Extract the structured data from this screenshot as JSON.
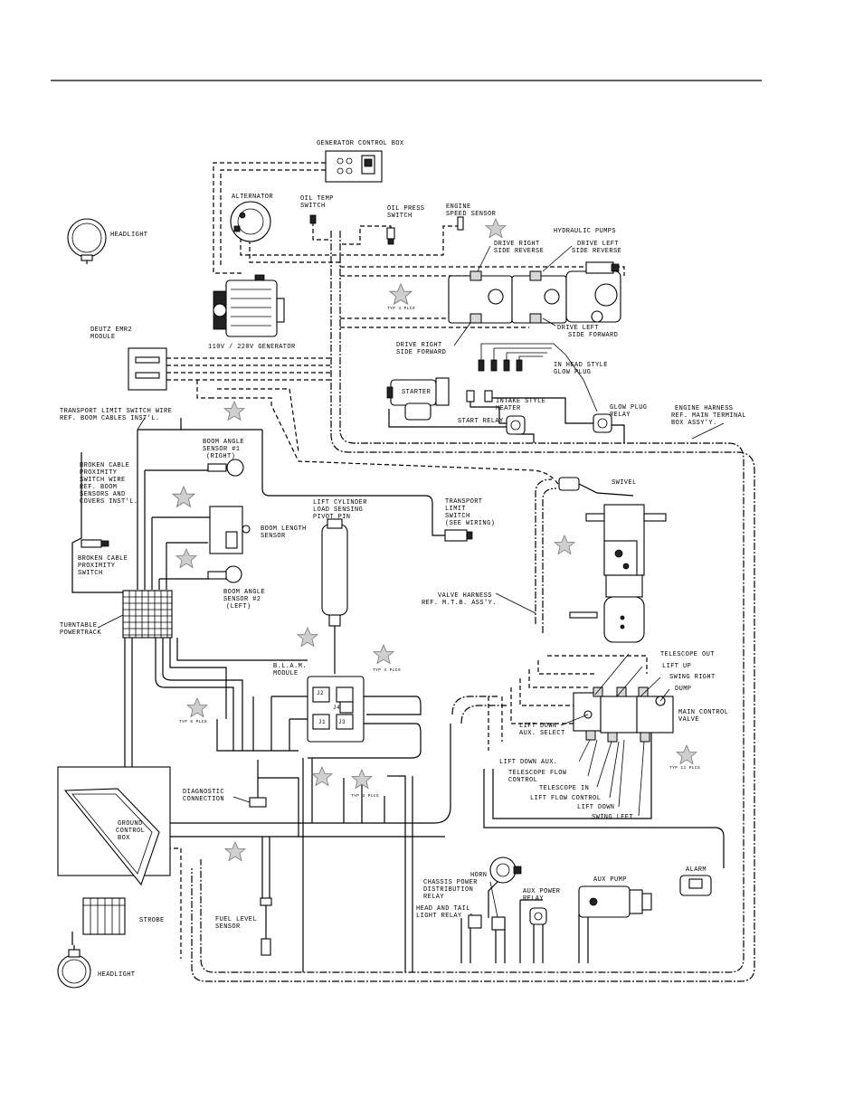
{
  "labels": {
    "generator_control_box": "GENERATOR CONTROL BOX",
    "alternator": "ALTERNATOR",
    "oil_temp_switch_1": "OIL TEMP",
    "oil_temp_switch_2": "SWITCH",
    "oil_press_switch_1": "OIL PRESS",
    "oil_press_switch_2": "SWITCH",
    "engine_speed_1": "ENGINE",
    "engine_speed_2": "SPEED SENSOR",
    "hydraulic_pumps": "HYDRAULIC PUMPS",
    "drive_right_rev_1": "DRIVE RIGHT",
    "drive_right_rev_2": "SIDE REVERSE",
    "drive_left_rev_1": "DRIVE LEFT",
    "drive_left_rev_2": "SIDE REVERSE",
    "headlight_top": "HEADLIGHT",
    "deutz_1": "DEUTZ EMR2",
    "deutz_2": "MODULE",
    "generator": "110V / 220V GENERATOR",
    "drive_right_fwd_1": "DRIVE RIGHT",
    "drive_right_fwd_2": "SIDE FORWARD",
    "drive_left_fwd_1": "DRIVE LEFT",
    "drive_left_fwd_2": "SIDE FORWARD",
    "typ4": "TYP 4 PLCS",
    "in_head_1": "IN HEAD STYLE",
    "in_head_2": "GLOW PLUG",
    "starter": "STARTER",
    "intake_1": "INTAKE STYLE",
    "intake_2": "HEATER",
    "glow_relay_1": "GLOW PLUG",
    "glow_relay_2": "RELAY",
    "start_relay": "START RELAY",
    "eng_harness_1": "ENGINE HARNESS",
    "eng_harness_2": "REF. MAIN TERMINAL",
    "eng_harness_3": "BOX ASSY'Y.",
    "transport_wire_1": "TRANSPORT LIMIT SWITCH WIRE",
    "transport_wire_2": "REF. BOOM CABLES INST'L.",
    "boom_angle1_1": "BOOM ANGLE",
    "boom_angle1_2": "SENSOR #1",
    "boom_angle1_3": "(RIGHT)",
    "broken_wire_1": "BROKEN CABLE",
    "broken_wire_2": "PROXIMITY",
    "broken_wire_3": "SWITCH WIRE",
    "broken_wire_4": "REF. BOOM",
    "broken_wire_5": "SENSORS AND",
    "broken_wire_6": "COVERS INST'L.",
    "swivel": "SWIVEL",
    "lift_cyl_1": "LIFT CYLINDER",
    "lift_cyl_2": "LOAD SENSING",
    "lift_cyl_3": "PIVOT PIN",
    "transport_sw_1": "TRANSPORT",
    "transport_sw_2": "LIMIT",
    "transport_sw_3": "SWITCH",
    "transport_sw_4": "(SEE WIRING)",
    "boom_length_1": "BOOM LENGTH",
    "boom_length_2": "SENSOR",
    "broken_sw_1": "BROKEN CABLE",
    "broken_sw_2": "PROXIMITY",
    "broken_sw_3": "SWITCH",
    "boom_angle2_1": "BOOM ANGLE",
    "boom_angle2_2": "SENSOR #2",
    "boom_angle2_3": "(LEFT)",
    "valve_harness_1": "VALVE HARNESS",
    "valve_harness_2": "REF. M.T.B. ASS'Y.",
    "turntable_1": "TURNTABLE",
    "turntable_2": "POWERTRACK",
    "blam_1": "B.L.A.M.",
    "blam_2": "MODULE",
    "typ3": "TYP 3 PLCS",
    "typ5": "TYP 5 PLCS",
    "telescope_out": "TELESCOPE OUT",
    "lift_up": "LIFT UP",
    "swing_right": "SWING RIGHT",
    "dump": "DUMP",
    "main_valve_1": "MAIN CONTROL",
    "main_valve_2": "VALVE",
    "lift_down_sel_1": "LIFT DOWN",
    "lift_down_sel_2": "AUX. SELECT",
    "lift_down_aux": "LIFT DOWN AUX.",
    "telescope_flow_1": "TELESCOPE FLOW",
    "telescope_flow_2": "CONTROL",
    "telescope_in": "TELESCOPE IN",
    "lift_flow": "LIFT FLOW CONTROL",
    "lift_down": "LIFT DOWN",
    "swing_left": "SWING LEFT",
    "typ11": "TYP 11 PLCS",
    "diagnostic_1": "DIAGNOSTIC",
    "diagnostic_2": "CONNECTION",
    "ground_box_1": "GROUND",
    "ground_box_2": "CONTROL",
    "ground_box_3": "BOX",
    "horn": "HORN",
    "chassis_1": "CHASSIS POWER",
    "chassis_2": "DISTRIBUTION",
    "chassis_3": "RELAY",
    "aux_pump": "AUX PUMP",
    "alarm": "ALARM",
    "aux_relay_1": "AUX POWER",
    "aux_relay_2": "RELAY",
    "head_tail_1": "HEAD AND TAIL",
    "head_tail_2": "LIGHT RELAY",
    "fuel_1": "FUEL LEVEL",
    "fuel_2": "SENSOR",
    "strobe": "STROBE",
    "headlight_bottom": "HEADLIGHT",
    "blam_j1": "J1",
    "blam_j2": "J2",
    "blam_j3": "J3",
    "blam_j4": "J4"
  }
}
